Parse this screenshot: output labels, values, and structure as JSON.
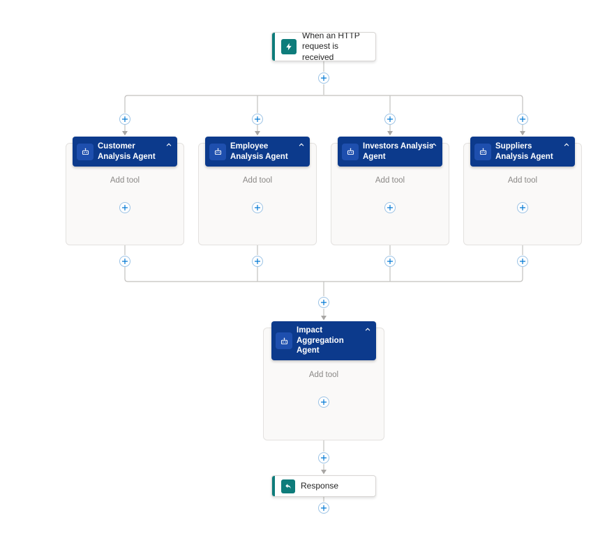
{
  "colors": {
    "agent_header": "#0c3a8c",
    "agent_icon_bg": "#1e4fae",
    "trigger_accent": "#0e7c7b",
    "plus_border": "#9cc3e5",
    "plus_icon": "#0078d4",
    "connector": "#c2c0be"
  },
  "trigger": {
    "label": "When an HTTP request is received"
  },
  "agents": [
    {
      "label": "Customer Analysis Agent",
      "add_tool_label": "Add tool"
    },
    {
      "label": "Employee Analysis Agent",
      "add_tool_label": "Add tool"
    },
    {
      "label": "Investors Analysis Agent",
      "add_tool_label": "Add tool"
    },
    {
      "label": "Suppliers Analysis Agent",
      "add_tool_label": "Add tool"
    }
  ],
  "aggregator": {
    "label": "Impact Aggregation Agent",
    "add_tool_label": "Add tool"
  },
  "response": {
    "label": "Response"
  }
}
